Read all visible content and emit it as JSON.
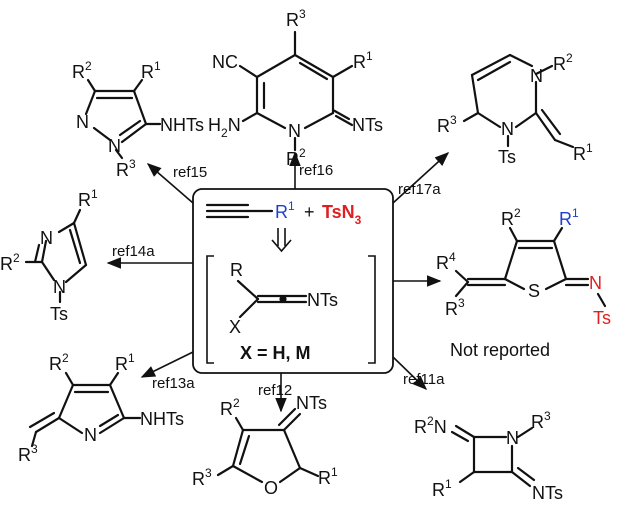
{
  "colors": {
    "ink": "#111111",
    "accent_red": "#e02020",
    "accent_blue": "#1f3fd0"
  },
  "center": {
    "r1": "R",
    "r1_sup": "1",
    "plus": "+",
    "azide": "TsN",
    "azide_sub": "3",
    "int_r": "R",
    "int_nts": "NTs",
    "int_x": "X",
    "int_eq": "X = H, M"
  },
  "refs": {
    "r15": "ref15",
    "r16": "ref16",
    "r17a": "ref17a",
    "r14a": "ref14a",
    "r13a": "ref13a",
    "r12": "ref12",
    "r11a": "ref11a"
  },
  "pyridine": {
    "cn": "NC",
    "r3": "R",
    "r3s": "3",
    "r1": "R",
    "r1s": "1",
    "h2n": "H",
    "h2ns": "2",
    "h2nn": "N",
    "n": "N",
    "nts": "NTs",
    "r2": "R",
    "r2s": "2"
  },
  "pyrazole": {
    "r2": "R",
    "r2s": "2",
    "r1": "R",
    "r1s": "1",
    "n1": "N",
    "n2": "N",
    "nhts": "NHTs",
    "r3": "R",
    "r3s": "3"
  },
  "diazine": {
    "n1": "N",
    "r2": "R",
    "r2s": "2",
    "r3": "R",
    "r3s": "3",
    "n2": "N",
    "ts": "Ts",
    "r1": "R",
    "r1s": "1"
  },
  "imidazole": {
    "r1": "R",
    "r1s": "1",
    "n1": "N",
    "r2": "R",
    "r2s": "2",
    "n2": "N",
    "ts": "Ts"
  },
  "thiophene": {
    "r2": "R",
    "r2s": "2",
    "r1": "R",
    "r1s": "1",
    "r4": "R",
    "r4s": "4",
    "s": "S",
    "n": "N",
    "ts": "Ts",
    "r3": "R",
    "r3s": "3",
    "note": "Not reported"
  },
  "pyrrole": {
    "r2": "R",
    "r2s": "2",
    "r1": "R",
    "r1s": "1",
    "n": "N",
    "nhts": "NHTs",
    "r3": "R",
    "r3s": "3"
  },
  "furan": {
    "r2": "R",
    "r2s": "2",
    "nts": "NTs",
    "r3": "R",
    "r3s": "3",
    "o": "O",
    "r1": "R",
    "r1s": "1"
  },
  "azetidine": {
    "r2": "R",
    "r2s": "2",
    "n1": "N",
    "n2": "N",
    "r3": "R",
    "r3s": "3",
    "r1": "R",
    "r1s": "1",
    "nts": "NTs"
  }
}
